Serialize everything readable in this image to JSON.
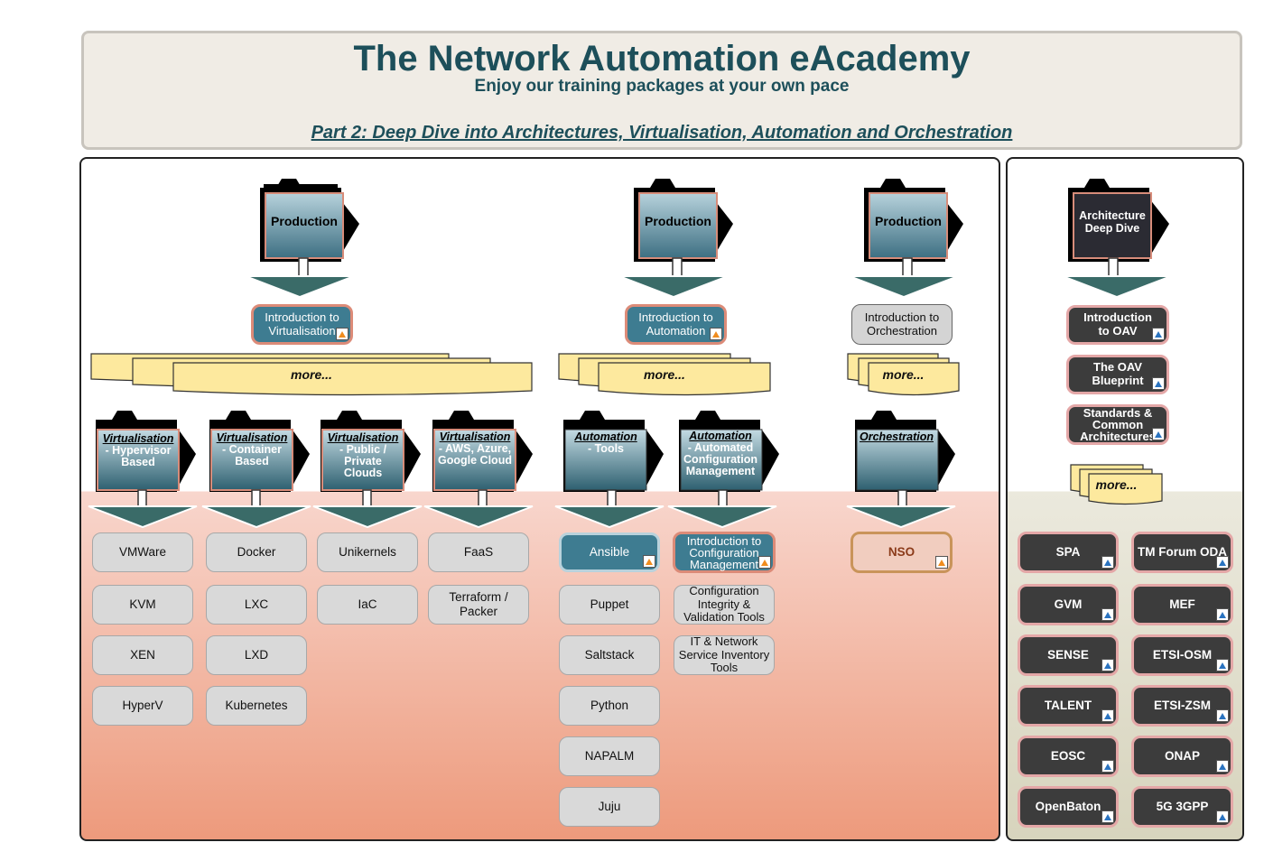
{
  "header": {
    "title": "The Network Automation eAcademy",
    "subtitle": "Enjoy our training packages at your own pace",
    "part": "Part 2: Deep Dive into Architectures, Virtualisation, Automation and Orchestration"
  },
  "colors": {
    "teal_dark": "#1d4f5a",
    "button_teal": "#3e7c91",
    "dark_button": "#3c3c3c",
    "salmon_bottom": "#ed9a7c",
    "more_yellow": "#fde99e"
  },
  "production": {
    "label": "Production"
  },
  "architecture_folder": {
    "line1": "Architecture",
    "line2": "Deep Dive"
  },
  "more_label": "more...",
  "intros": {
    "virtualisation": {
      "line1": "Introduction to",
      "line2": "Virtualisation"
    },
    "automation": {
      "line1": "Introduction to",
      "line2": "Automation"
    },
    "orchestration": {
      "line1": "Introduction to",
      "line2": "Orchestration"
    }
  },
  "categories": {
    "hypervisor": {
      "title": "Virtualisation",
      "l1": "- Hypervisor",
      "l2": "Based"
    },
    "container": {
      "title": "Virtualisation",
      "l1": "- Container",
      "l2": "Based"
    },
    "public": {
      "title": "Virtualisation",
      "l1": "- Public /",
      "l2": "Private",
      "l3": "Clouds"
    },
    "aws": {
      "title": "Virtualisation",
      "l1": "- AWS, Azure,",
      "l2": "Google Cloud"
    },
    "tools": {
      "title": "Automation",
      "l1": "- Tools"
    },
    "automated": {
      "title": "Automation",
      "l1": "- Automated",
      "l2": "Configuration",
      "l3": "Management"
    },
    "orchestration": {
      "title": "Orchestration"
    }
  },
  "hypervisor_items": [
    "VMWare",
    "KVM",
    "XEN",
    "HyperV"
  ],
  "container_items": [
    "Docker",
    "LXC",
    "LXD",
    "Kubernetes"
  ],
  "cloud_items": [
    "Unikernels",
    "IaC"
  ],
  "aws_items": {
    "faas": "FaaS",
    "terraform1": "Terraform /",
    "terraform2": "Packer"
  },
  "tools_items": [
    "Ansible",
    "Puppet",
    "Saltstack",
    "Python",
    "NAPALM",
    "Juju"
  ],
  "config_items": {
    "intro1": "Introduction to",
    "intro2": "Configuration",
    "intro3": "Management",
    "integ1": "Configuration",
    "integ2": "Integrity &",
    "integ3": "Validation Tools",
    "inv1": "IT & Network",
    "inv2": "Service Inventory",
    "inv3": "Tools"
  },
  "orchestration_items": [
    "NSO"
  ],
  "arch_intro": {
    "oav1": "Introduction",
    "oav2": "to OAV",
    "bp1": "The OAV",
    "bp2": "Blueprint",
    "std1": "Standards &",
    "std2": "Common",
    "std3": "Architectures"
  },
  "arch_left": [
    "SPA",
    "GVM",
    "SENSE",
    "TALENT",
    "EOSC",
    "OpenBaton"
  ],
  "arch_right": [
    "TM Forum ODA",
    "MEF",
    "ETSI-OSM",
    "ETSI-ZSM",
    "ONAP",
    "5G 3GPP"
  ]
}
